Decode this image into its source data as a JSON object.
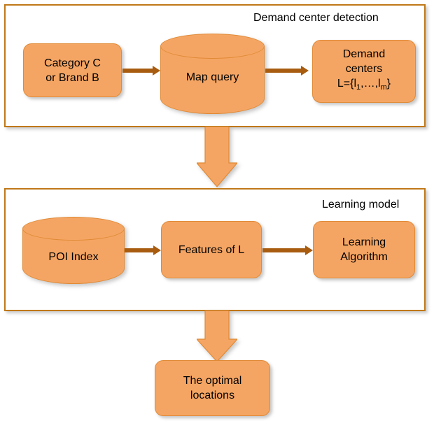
{
  "diagram": {
    "title_hidden": "",
    "colors": {
      "node_fill": "#F5A563",
      "node_border": "#E08A36",
      "group_border": "#C07818",
      "arrow": "#A85C10",
      "background": "#FFFFFF",
      "text": "#000000"
    },
    "groups": [
      {
        "id": "demand-center-detection",
        "title": "Demand center detection"
      },
      {
        "id": "learning-model",
        "title": "Learning model"
      }
    ],
    "nodes": [
      {
        "id": "category-or-brand",
        "shape": "rounded-rect",
        "lines": [
          "Category C",
          "or Brand B"
        ]
      },
      {
        "id": "map-query",
        "shape": "cylinder",
        "lines": [
          "Map query"
        ]
      },
      {
        "id": "demand-centers",
        "shape": "rounded-rect",
        "lines": [
          "Demand",
          "centers"
        ],
        "formula_prefix": "L={l",
        "formula_sub1": "1",
        "formula_mid": ",…,l",
        "formula_sub2": "m",
        "formula_suffix": "}"
      },
      {
        "id": "poi-index",
        "shape": "cylinder",
        "lines": [
          "POI Index"
        ]
      },
      {
        "id": "features-of-l",
        "shape": "rounded-rect",
        "lines": [
          "Features of L"
        ]
      },
      {
        "id": "learning-algorithm",
        "shape": "rounded-rect",
        "lines": [
          "Learning",
          "Algorithm"
        ]
      },
      {
        "id": "optimal-locations",
        "shape": "rounded-rect",
        "lines": [
          "The optimal",
          "locations"
        ]
      }
    ],
    "edges": [
      {
        "id": "category-to-map-query",
        "from": "category-or-brand",
        "to": "map-query",
        "style": "thin-arrow",
        "direction": "right"
      },
      {
        "id": "map-query-to-demand-centers",
        "from": "map-query",
        "to": "demand-centers",
        "style": "thin-arrow",
        "direction": "right"
      },
      {
        "id": "detection-to-learning-model",
        "from": "demand-center-detection",
        "to": "learning-model",
        "style": "block-arrow",
        "direction": "down"
      },
      {
        "id": "poi-to-features",
        "from": "poi-index",
        "to": "features-of-l",
        "style": "thin-arrow",
        "direction": "right"
      },
      {
        "id": "features-to-algorithm",
        "from": "features-of-l",
        "to": "learning-algorithm",
        "style": "thin-arrow",
        "direction": "right"
      },
      {
        "id": "learning-model-to-optimal",
        "from": "learning-model",
        "to": "optimal-locations",
        "style": "block-arrow",
        "direction": "down"
      }
    ]
  }
}
